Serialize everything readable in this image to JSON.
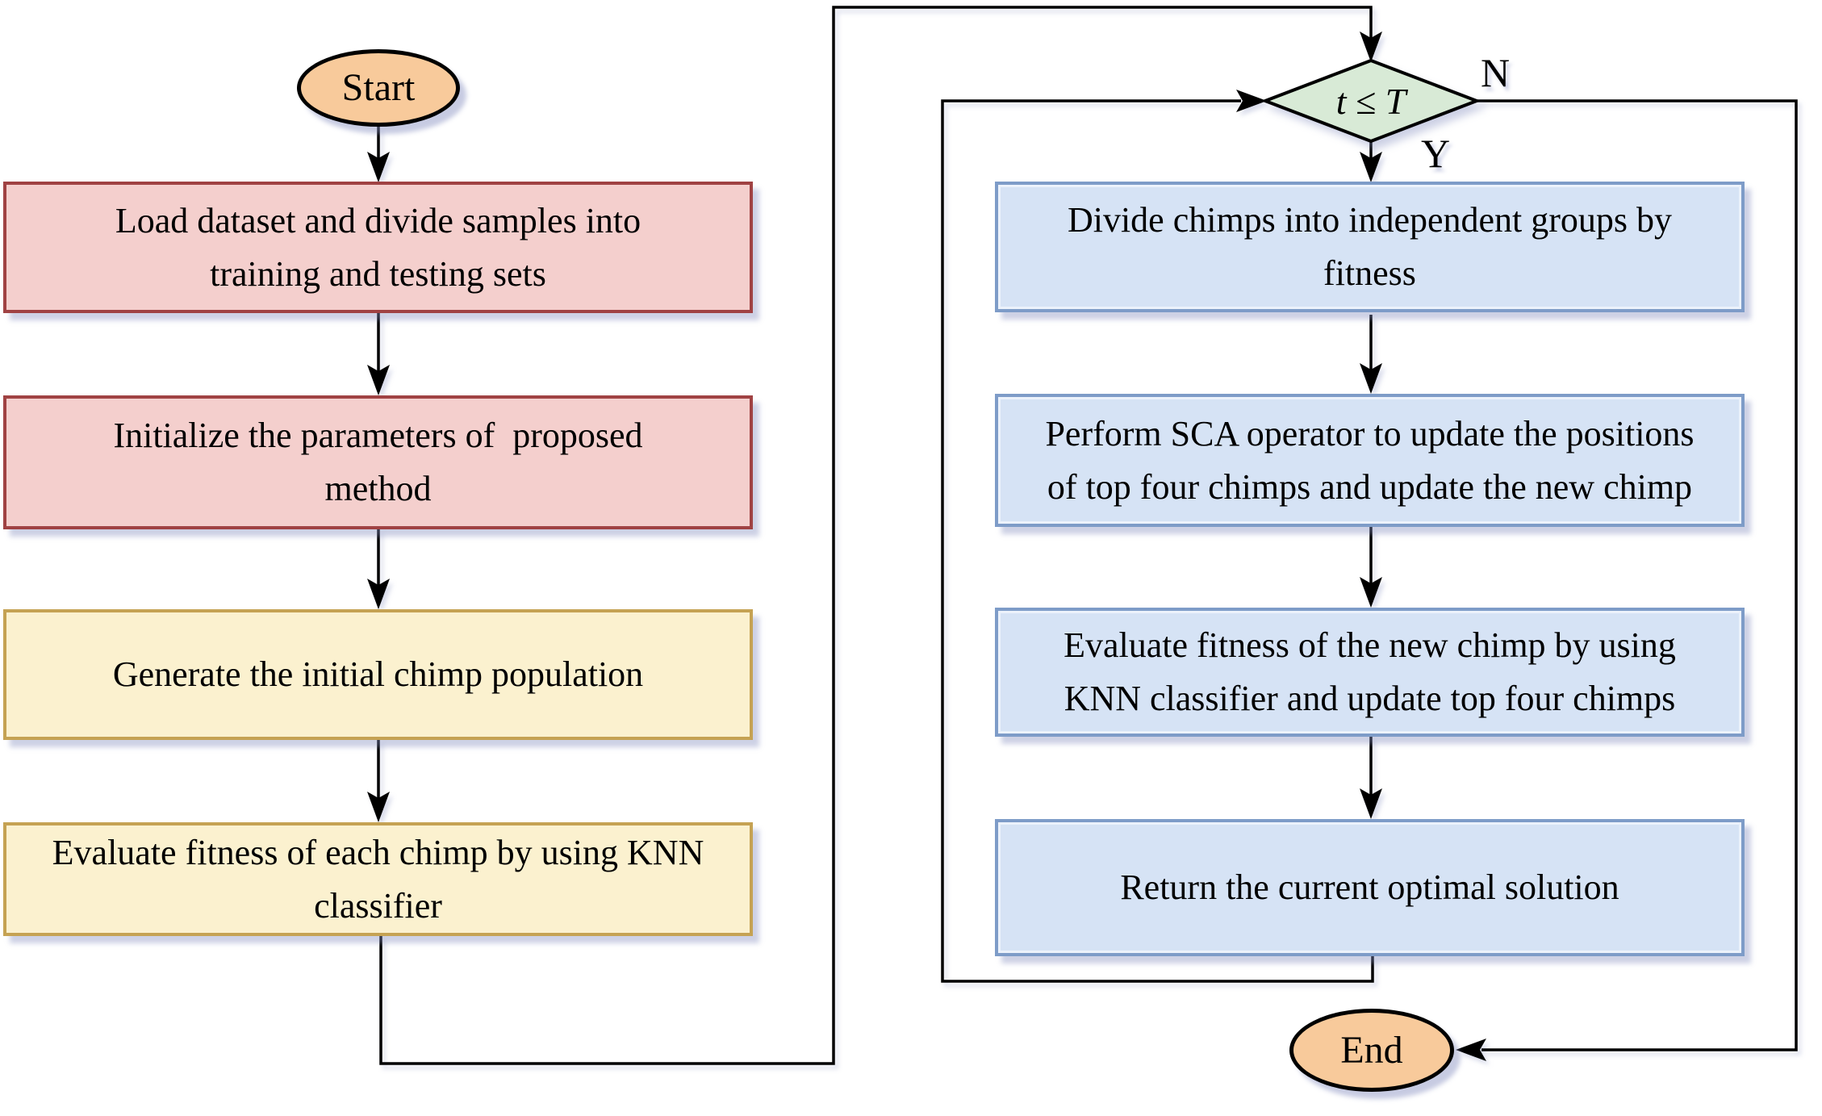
{
  "flowchart": {
    "start": {
      "label": "Start"
    },
    "steps": {
      "load_dataset": {
        "text": "Load dataset and divide samples into\ntraining and testing sets"
      },
      "initialize": {
        "text": "Initialize the parameters of  proposed\nmethod"
      },
      "generate": {
        "text": "Generate the initial chimp population"
      },
      "evaluate_each": {
        "text": "Evaluate fitness of each chimp by using KNN\nclassifier"
      },
      "divide_groups": {
        "text": "Divide chimps into independent groups by\nfitness"
      },
      "perform_sca": {
        "text": "Perform SCA operator to update the positions\nof top four chimps and update the new chimp"
      },
      "evaluate_new": {
        "text": "Evaluate fitness of the new chimp by using\nKNN classifier and update top four chimps"
      },
      "return_solution": {
        "text": "Return the current optimal solution"
      }
    },
    "decision": {
      "condition": "t ≤ T",
      "no_label": "N",
      "yes_label": "Y"
    },
    "end": {
      "label": "End"
    },
    "colors": {
      "process_pink_fill": "#F4CFCD",
      "process_pink_border": "#A04243",
      "process_yellow_fill": "#FBF1CF",
      "process_yellow_border": "#C5A253",
      "process_blue_fill": "#D6E3F5",
      "process_blue_border": "#7E9CC8",
      "terminal_fill": "#F8CA9B",
      "terminal_border": "#000000",
      "decision_fill": "#D8EAD6",
      "connector": "#000000"
    }
  }
}
